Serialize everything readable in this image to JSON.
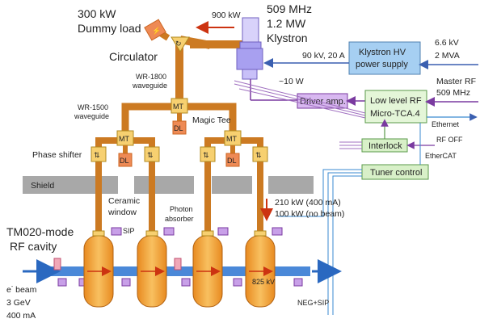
{
  "labels": {
    "dummy_load_l1": "300 kW",
    "dummy_load_l2": "Dummy load",
    "circulator": "Circulator",
    "power_900": "900 kW",
    "klystron_l1": "509 MHz",
    "klystron_l2": "1.2 MW",
    "klystron_l3": "Klystron",
    "hv_l1": "Klystron HV",
    "hv_l2": "power supply",
    "hv_spec_l1": "6.6 kV",
    "hv_spec_l2": "2 MVA",
    "hv_output": "90 kV, 20 A",
    "wr1800_l1": "WR-1800",
    "wr1800_l2": "waveguide",
    "wr1500_l1": "WR-1500",
    "wr1500_l2": "waveguide",
    "ten_w": "~10 W",
    "driver_amp": "Driver amp.",
    "master_rf_l1": "Master RF",
    "master_rf_l2": "509 MHz",
    "llrf_l1": "Low level RF",
    "llrf_l2": "Micro-TCA.4",
    "ethernet": "Ethernet",
    "magic_tee": "Magic Tee",
    "mt": "MT",
    "dl": "DL",
    "phase_shifter": "Phase shifter",
    "interlock": "Interlock",
    "rf_off": "RF OFF",
    "ethercat": "EtherCAT",
    "tuner_control": "Tuner control",
    "shield": "Shield",
    "ceramic_l1": "Ceramic",
    "ceramic_l2": "window",
    "photon_l1": "Photon",
    "photon_l2": "absorber",
    "power_210": "210 kW (400 mA)",
    "power_100": "100 kW (no beam)",
    "sip": "SIP",
    "cavity_l1": "TM020-mode",
    "cavity_l2": "RF cavity",
    "beam_l1": "e",
    "beam_sup": "-",
    "beam_l1b": " beam",
    "beam_l2": "3 GeV",
    "beam_l3": "400 mA",
    "voltage": "825 kV",
    "neg_sip": "NEG+SIP"
  },
  "colors": {
    "waveguide": "#cc7a22",
    "orange_fill": "#ee8a55",
    "mt_fill": "#f7d070",
    "cavity_fill": "#f3a23c",
    "klystron_fill": "#a8a0f0",
    "blue_box": "#a6cff2",
    "green_box": "#d8f0c8",
    "purple": "#b070c8",
    "beam": "#4a88d8",
    "shield": "#a8a8a8",
    "arrow_red": "#cc3311"
  }
}
